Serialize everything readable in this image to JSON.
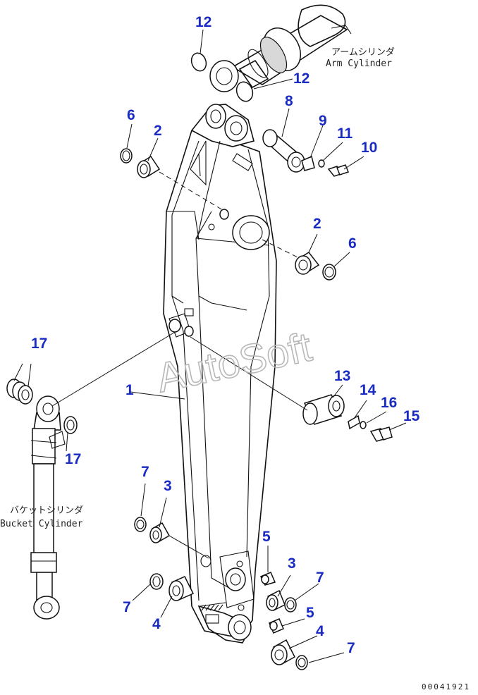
{
  "labels": {
    "arm_cylinder_jp": "アームシリンダ",
    "arm_cylinder_en": "Arm Cylinder",
    "bucket_cylinder_jp": "バケットシリンダ",
    "bucket_cylinder_en": "Bucket Cylinder"
  },
  "watermark": "AutoSoft",
  "drawing_id": "00041921",
  "callouts": {
    "c1": "1",
    "c2a": "2",
    "c2b": "2",
    "c3a": "3",
    "c3b": "3",
    "c4a": "4",
    "c4b": "4",
    "c5a": "5",
    "c5b": "5",
    "c6a": "6",
    "c6b": "6",
    "c7a": "7",
    "c7b": "7",
    "c7c": "7",
    "c7d": "7",
    "c8": "8",
    "c9": "9",
    "c10": "10",
    "c11": "11",
    "c12a": "12",
    "c12b": "12",
    "c13": "13",
    "c14": "14",
    "c15": "15",
    "c16": "16",
    "c17a": "17",
    "c17b": "17"
  },
  "colors": {
    "callout": "#1a2bc4",
    "line": "#111111",
    "watermark": "#b8b8b8"
  }
}
